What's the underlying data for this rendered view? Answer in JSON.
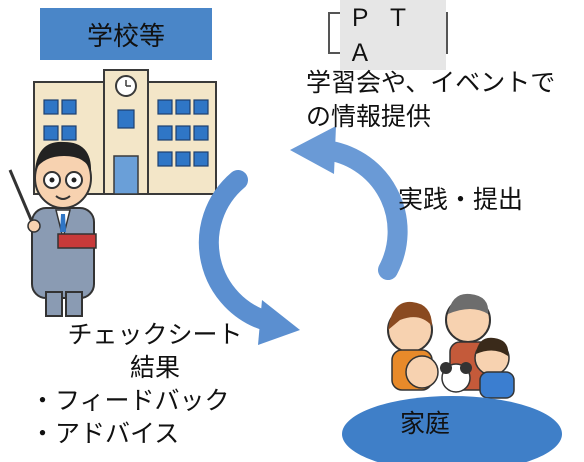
{
  "school": {
    "label": "学校等"
  },
  "pta": {
    "label": "ＰＴＡ",
    "desc_line1": "学習会や、イベントで",
    "desc_line2": "の情報提供"
  },
  "practice": {
    "label": "実践・提出"
  },
  "checksheet": {
    "line1": "チェックシート",
    "line2": "結果",
    "bullet1": "・フィードバック",
    "bullet2": "・アドバイス"
  },
  "family": {
    "label": "家庭"
  },
  "colors": {
    "blue": "#4a86c8",
    "arrow": "#5b8fd0",
    "building": "#f3e6c8",
    "ellipse": "#3f7fc8"
  }
}
